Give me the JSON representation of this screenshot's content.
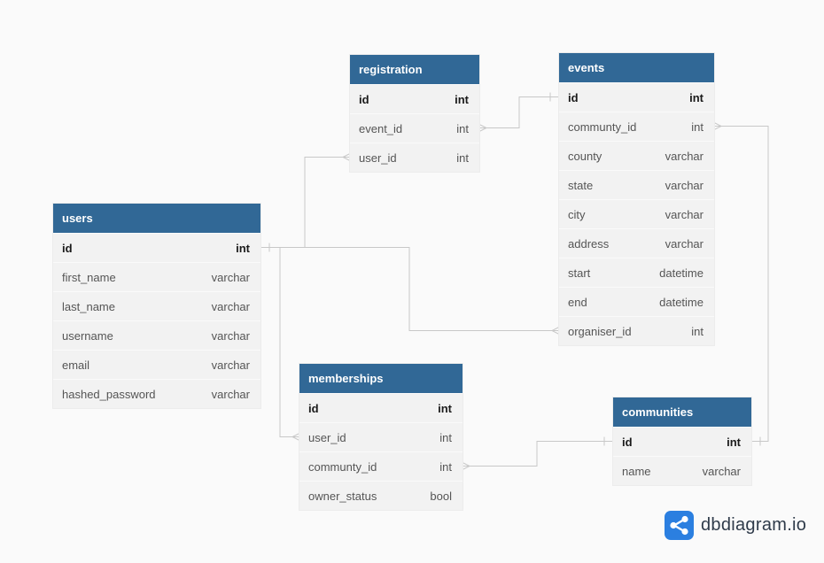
{
  "tables": [
    {
      "id": "registration",
      "name": "registration",
      "columns": [
        {
          "name": "id",
          "type": "int",
          "pk": true
        },
        {
          "name": "event_id",
          "type": "int"
        },
        {
          "name": "user_id",
          "type": "int"
        }
      ]
    },
    {
      "id": "events",
      "name": "events",
      "columns": [
        {
          "name": "id",
          "type": "int",
          "pk": true
        },
        {
          "name": "communty_id",
          "type": "int"
        },
        {
          "name": "county",
          "type": "varchar"
        },
        {
          "name": "state",
          "type": "varchar"
        },
        {
          "name": "city",
          "type": "varchar"
        },
        {
          "name": "address",
          "type": "varchar"
        },
        {
          "name": "start",
          "type": "datetime"
        },
        {
          "name": "end",
          "type": "datetime"
        },
        {
          "name": "organiser_id",
          "type": "int"
        }
      ]
    },
    {
      "id": "users",
      "name": "users",
      "columns": [
        {
          "name": "id",
          "type": "int",
          "pk": true
        },
        {
          "name": "first_name",
          "type": "varchar"
        },
        {
          "name": "last_name",
          "type": "varchar"
        },
        {
          "name": "username",
          "type": "varchar"
        },
        {
          "name": "email",
          "type": "varchar"
        },
        {
          "name": "hashed_password",
          "type": "varchar"
        }
      ]
    },
    {
      "id": "memberships",
      "name": "memberships",
      "columns": [
        {
          "name": "id",
          "type": "int",
          "pk": true
        },
        {
          "name": "user_id",
          "type": "int"
        },
        {
          "name": "communty_id",
          "type": "int"
        },
        {
          "name": "owner_status",
          "type": "bool"
        }
      ]
    },
    {
      "id": "communities",
      "name": "communities",
      "columns": [
        {
          "name": "id",
          "type": "int",
          "pk": true
        },
        {
          "name": "name",
          "type": "varchar"
        }
      ]
    }
  ],
  "relationships": [
    {
      "from": "registration.event_id",
      "to": "events.id",
      "cardinality": "many-to-one"
    },
    {
      "from": "registration.user_id",
      "to": "users.id",
      "cardinality": "many-to-one"
    },
    {
      "from": "events.organiser_id",
      "to": "users.id",
      "cardinality": "many-to-one"
    },
    {
      "from": "events.communty_id",
      "to": "communities.id",
      "cardinality": "many-to-one"
    },
    {
      "from": "memberships.user_id",
      "to": "users.id",
      "cardinality": "many-to-one"
    },
    {
      "from": "memberships.communty_id",
      "to": "communities.id",
      "cardinality": "many-to-one"
    }
  ],
  "colors": {
    "header": "#316896",
    "body": "#f2f2f2",
    "edge": "#c8c8c8",
    "logo": "#2b7fe0"
  },
  "branding": {
    "logo_icon": "share-nodes-icon",
    "text": "dbdiagram.io"
  }
}
